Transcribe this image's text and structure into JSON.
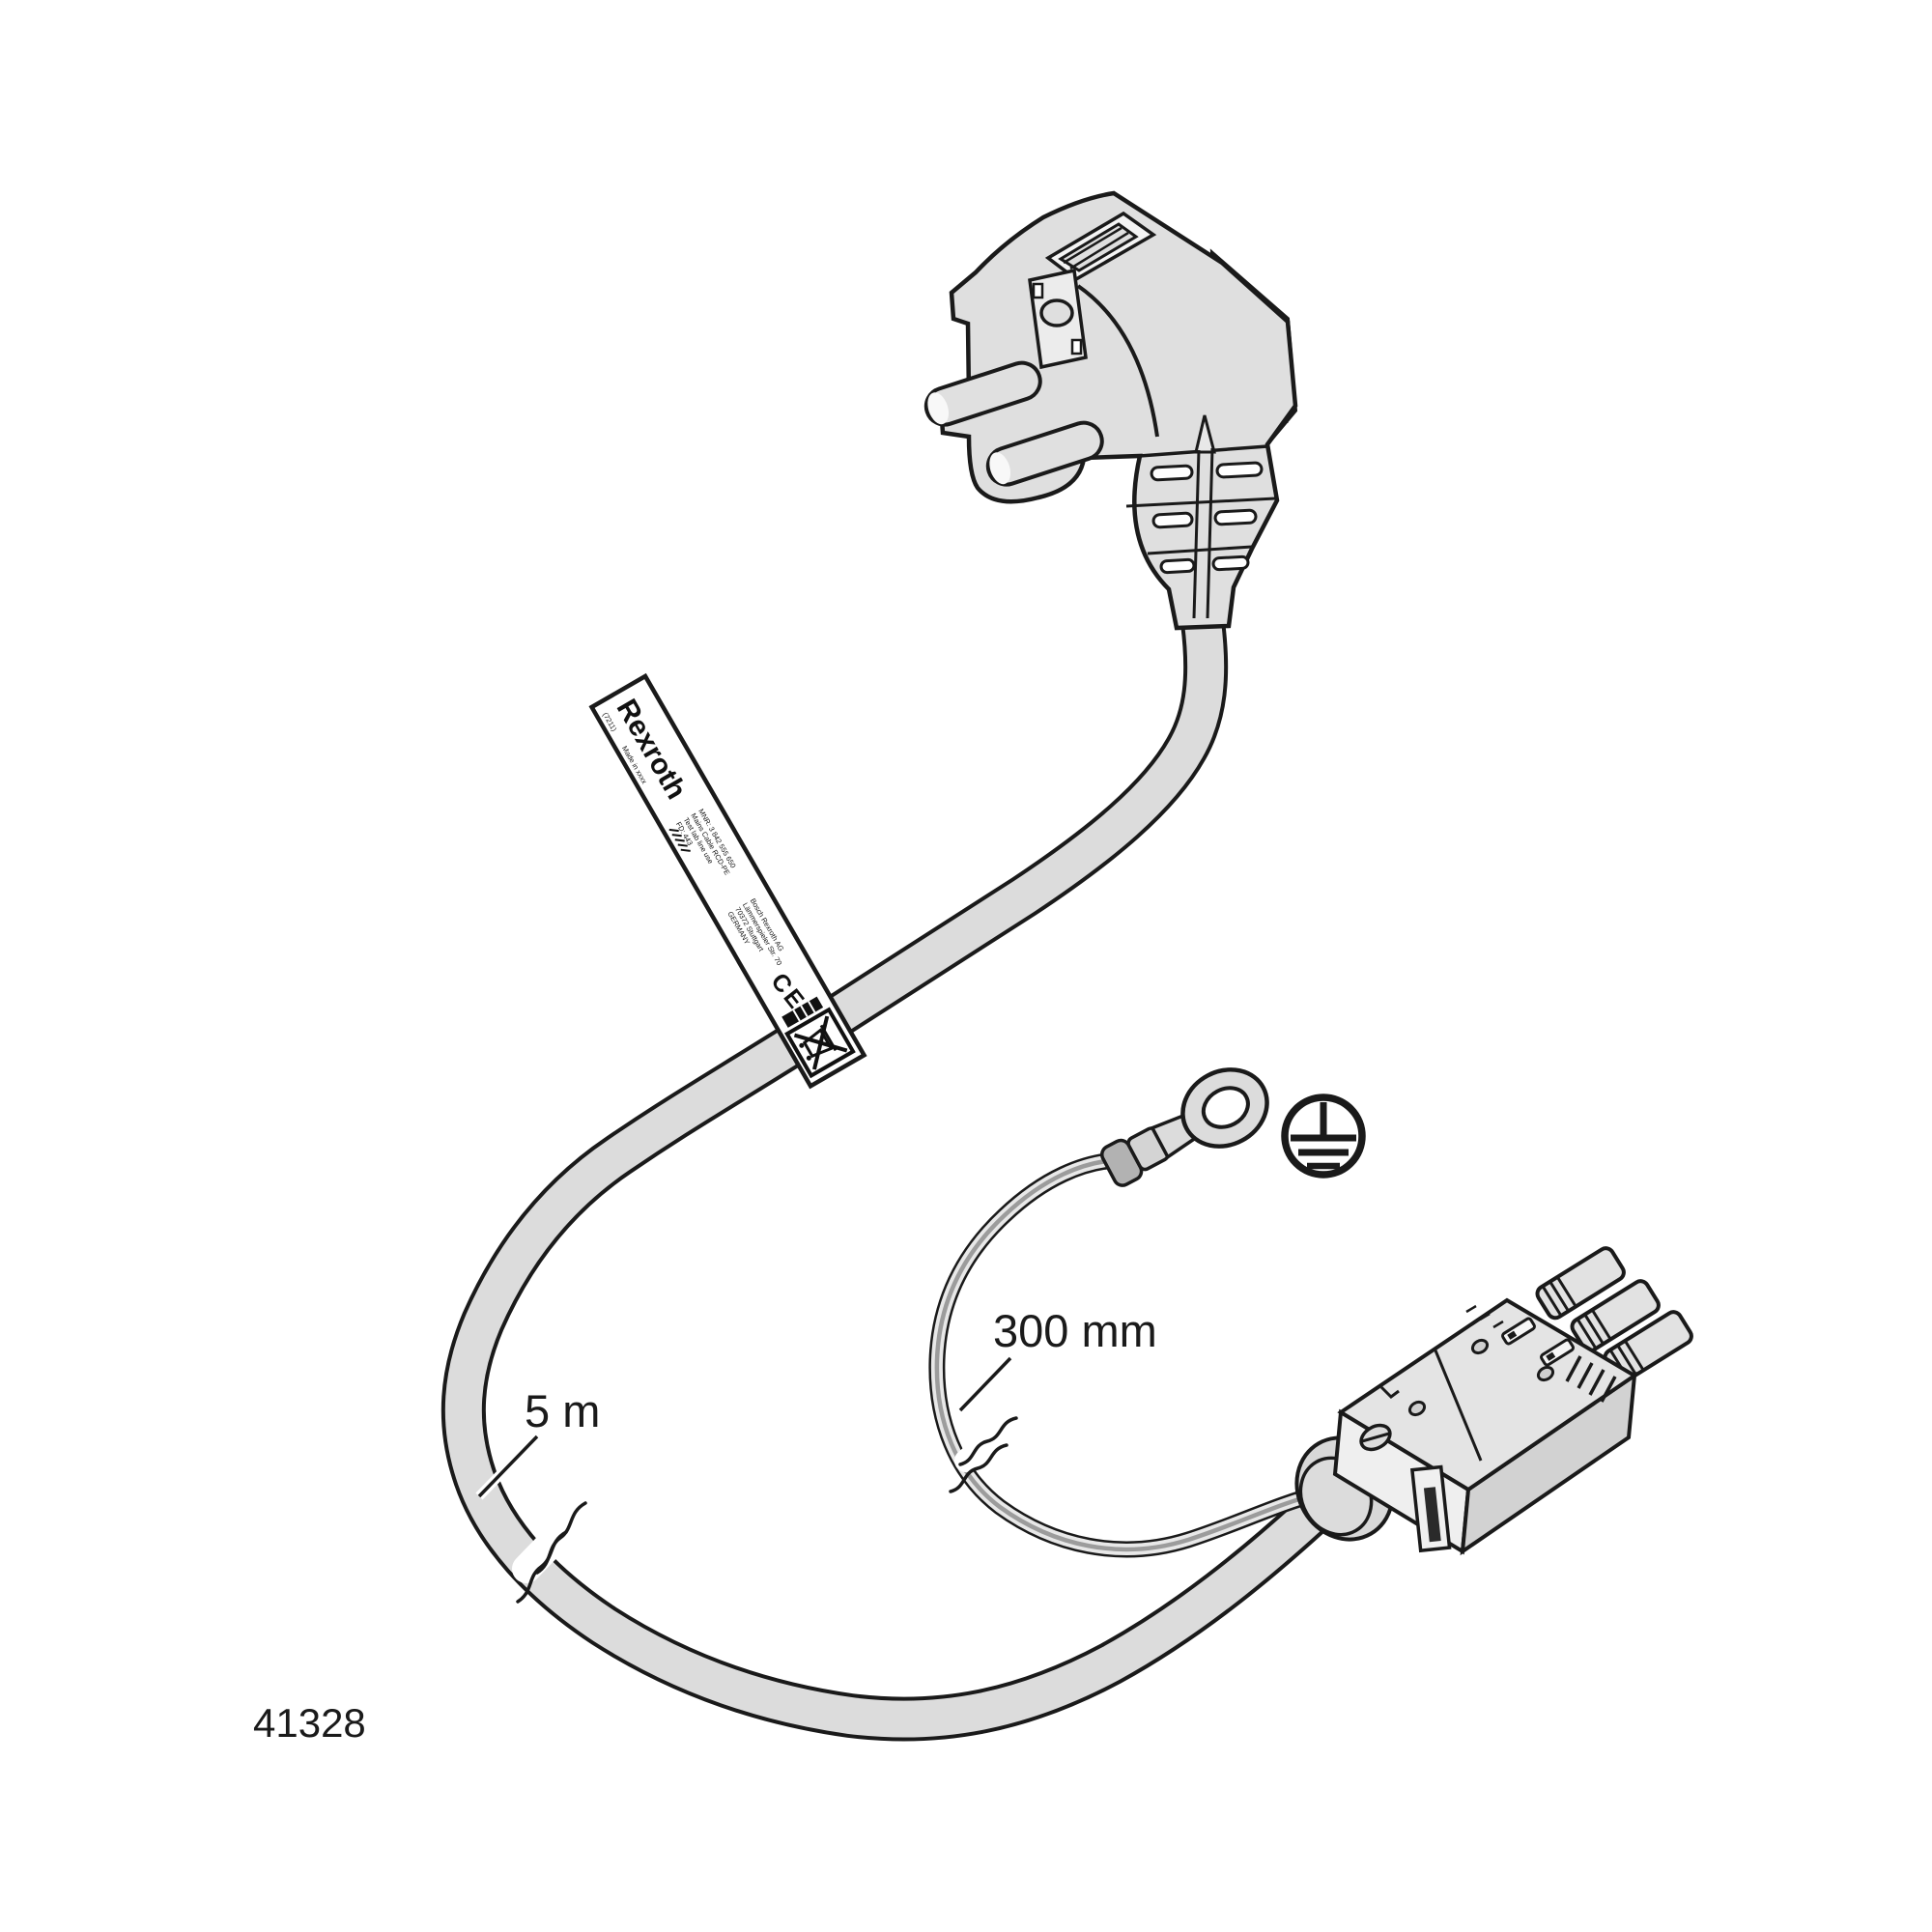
{
  "figure": {
    "figure_number": "41328",
    "cable_length_label": "5 m",
    "ground_wire_length_label": "300 mm"
  },
  "label": {
    "brand": "Rexroth",
    "code": "(7211)",
    "made_in": "Made in xxxx",
    "block1": {
      "line1": "MNR: 3 842 555 650",
      "line2": "Mains Cable RCD-PE",
      "line3": "Test lab line use",
      "line4": "FD: 443"
    },
    "block2": {
      "line1": "Bosch Rexroth AG",
      "line2": "Lämmerspieler Str. 70",
      "line3": "70372 Stuttgart",
      "line4": "GERMANY"
    },
    "ce_mark": "CE"
  },
  "colors": {
    "line": "#1a1a1a",
    "cable_fill": "#dcdcdc",
    "wire_fill": "#e8e8e8",
    "wire_stripe": "#9c9c9c",
    "background": "#ffffff"
  }
}
